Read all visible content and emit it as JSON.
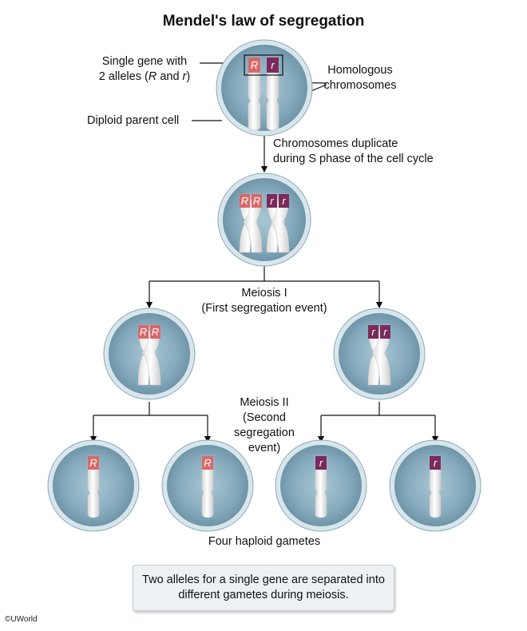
{
  "title": "Mendel's law of segregation",
  "labels": {
    "single_gene_line1": "Single gene with",
    "single_gene_line2_prefix": "2 alleles (",
    "allele_R": "R",
    "single_gene_and": " and ",
    "allele_r": "r",
    "single_gene_suffix": ")",
    "homologous_line1": "Homologous",
    "homologous_line2": "chromosomes",
    "diploid_parent_cell": "Diploid parent cell",
    "duplicate_line1": "Chromosomes duplicate",
    "duplicate_line2": "during S phase of the cell cycle",
    "meiosis1_line1": "Meiosis I",
    "meiosis1_line2": "(First segregation event)",
    "meiosis2_line1": "Meiosis II",
    "meiosis2_line2": "(Second",
    "meiosis2_line3": "segregation",
    "meiosis2_line4": "event)",
    "four_haploid": "Four haploid gametes"
  },
  "summary": "Two alleles for a single gene are separated into different gametes during meiosis.",
  "copyright": "©UWorld",
  "colors": {
    "dominant_allele": "#d9686a",
    "recessive_allele": "#7a2a5c",
    "cell_fill": "#8fb3c4",
    "cell_rim": "#cfe0e8",
    "chromosome": "#f2f2f2"
  }
}
